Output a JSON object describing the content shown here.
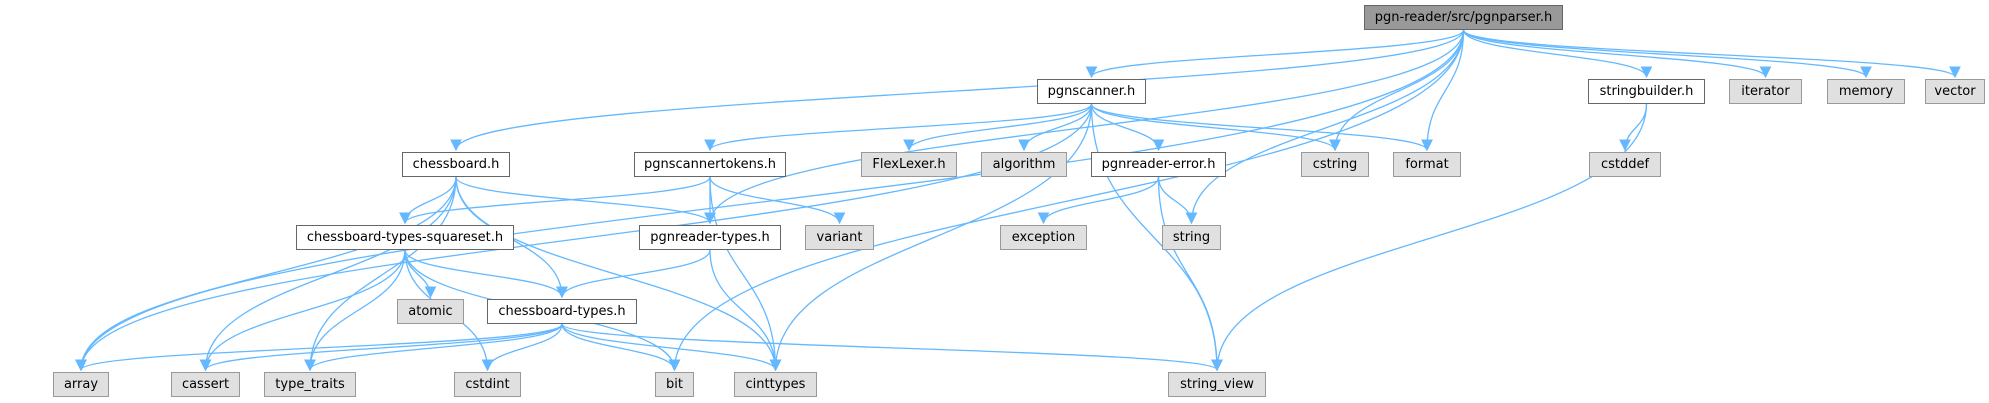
{
  "graph_title": "pgn-reader/src/pgnparser.h",
  "colors": {
    "edge": "#63b8ff",
    "root_fill": "#999999",
    "system_fill": "#e0e0e0",
    "local_fill": "#ffffff",
    "border": "#666666"
  },
  "nodes": {
    "root": {
      "label": "pgn-reader/src/pgnparser.h",
      "kind": "root"
    },
    "pgnscanner": {
      "label": "pgnscanner.h",
      "kind": "local"
    },
    "stringbuilder": {
      "label": "stringbuilder.h",
      "kind": "local"
    },
    "iterator": {
      "label": "iterator",
      "kind": "system"
    },
    "memory": {
      "label": "memory",
      "kind": "system"
    },
    "vector": {
      "label": "vector",
      "kind": "system"
    },
    "chessboard": {
      "label": "chessboard.h",
      "kind": "local"
    },
    "pgnscannertokens": {
      "label": "pgnscannertokens.h",
      "kind": "local"
    },
    "flexlexer": {
      "label": "FlexLexer.h",
      "kind": "system"
    },
    "algorithm": {
      "label": "algorithm",
      "kind": "system"
    },
    "pgnreadererror": {
      "label": "pgnreader-error.h",
      "kind": "local"
    },
    "cstring": {
      "label": "cstring",
      "kind": "system"
    },
    "format": {
      "label": "format",
      "kind": "system"
    },
    "cstddef": {
      "label": "cstddef",
      "kind": "system"
    },
    "squareset": {
      "label": "chessboard-types-squareset.h",
      "kind": "local"
    },
    "pgnreadertypes": {
      "label": "pgnreader-types.h",
      "kind": "local"
    },
    "variant": {
      "label": "variant",
      "kind": "system"
    },
    "exception": {
      "label": "exception",
      "kind": "system"
    },
    "string": {
      "label": "string",
      "kind": "system"
    },
    "atomic": {
      "label": "atomic",
      "kind": "system"
    },
    "chessboardtypes": {
      "label": "chessboard-types.h",
      "kind": "local"
    },
    "array": {
      "label": "array",
      "kind": "system"
    },
    "cassert": {
      "label": "cassert",
      "kind": "system"
    },
    "typetraits": {
      "label": "type_traits",
      "kind": "system"
    },
    "cstdint": {
      "label": "cstdint",
      "kind": "system"
    },
    "bit": {
      "label": "bit",
      "kind": "system"
    },
    "cinttypes": {
      "label": "cinttypes",
      "kind": "system"
    },
    "stringview": {
      "label": "string_view",
      "kind": "system"
    }
  },
  "edges": [
    [
      "root",
      "array"
    ],
    [
      "root",
      "chessboard"
    ],
    [
      "root",
      "pgnreadertypes"
    ],
    [
      "root",
      "pgnscanner"
    ],
    [
      "root",
      "cstring"
    ],
    [
      "root",
      "format"
    ],
    [
      "root",
      "string"
    ],
    [
      "root",
      "bit"
    ],
    [
      "root",
      "stringbuilder"
    ],
    [
      "root",
      "iterator"
    ],
    [
      "root",
      "memory"
    ],
    [
      "root",
      "vector"
    ],
    [
      "pgnscanner",
      "array"
    ],
    [
      "pgnscanner",
      "pgnscannertokens"
    ],
    [
      "pgnscanner",
      "cinttypes"
    ],
    [
      "pgnscanner",
      "flexlexer"
    ],
    [
      "pgnscanner",
      "algorithm"
    ],
    [
      "pgnscanner",
      "pgnreadererror"
    ],
    [
      "pgnscanner",
      "cstring"
    ],
    [
      "pgnscanner",
      "format"
    ],
    [
      "pgnscanner",
      "stringview"
    ],
    [
      "chessboard",
      "array"
    ],
    [
      "chessboard",
      "cassert"
    ],
    [
      "chessboard",
      "typetraits"
    ],
    [
      "chessboard",
      "squareset"
    ],
    [
      "chessboard",
      "chessboardtypes"
    ],
    [
      "chessboard",
      "pgnreadertypes"
    ],
    [
      "chessboard",
      "cinttypes"
    ],
    [
      "pgnscannertokens",
      "squareset"
    ],
    [
      "pgnscannertokens",
      "pgnreadertypes"
    ],
    [
      "pgnscannertokens",
      "variant"
    ],
    [
      "pgnscannertokens",
      "cinttypes"
    ],
    [
      "pgnreadererror",
      "exception"
    ],
    [
      "pgnreadererror",
      "string"
    ],
    [
      "pgnreadererror",
      "stringview"
    ],
    [
      "squareset",
      "atomic"
    ],
    [
      "squareset",
      "chessboardtypes"
    ],
    [
      "squareset",
      "cassert"
    ],
    [
      "squareset",
      "typetraits"
    ],
    [
      "squareset",
      "cstdint"
    ],
    [
      "squareset",
      "bit"
    ],
    [
      "pgnreadertypes",
      "chessboardtypes"
    ],
    [
      "pgnreadertypes",
      "cinttypes"
    ],
    [
      "chessboardtypes",
      "array"
    ],
    [
      "chessboardtypes",
      "cassert"
    ],
    [
      "chessboardtypes",
      "typetraits"
    ],
    [
      "chessboardtypes",
      "cstdint"
    ],
    [
      "chessboardtypes",
      "bit"
    ],
    [
      "chessboardtypes",
      "cinttypes"
    ],
    [
      "chessboardtypes",
      "stringview"
    ],
    [
      "stringbuilder",
      "cstddef"
    ],
    [
      "stringbuilder",
      "stringview"
    ]
  ]
}
